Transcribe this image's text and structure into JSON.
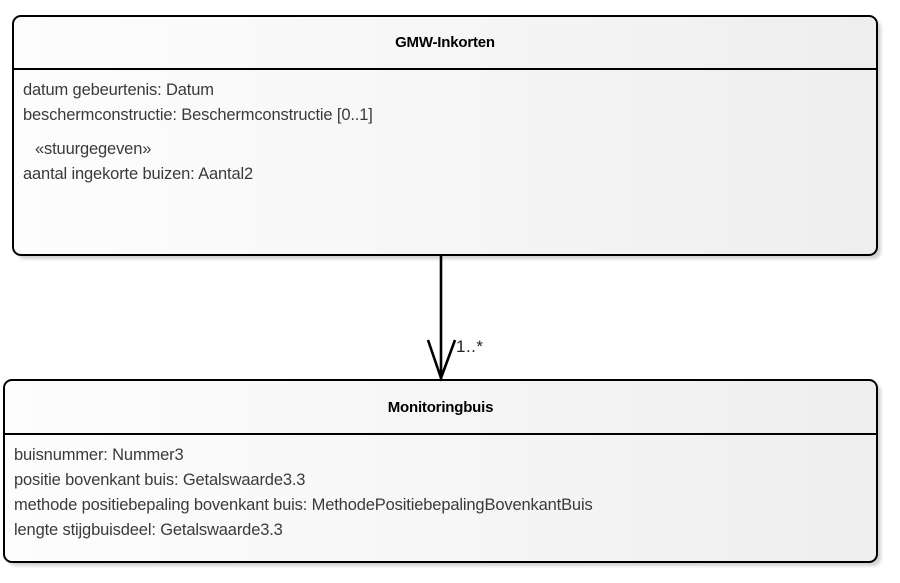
{
  "diagram": {
    "type": "uml-class-diagram",
    "background_color": "#ffffff",
    "classes": [
      {
        "id": "gmw-inkorten",
        "name": "GMW-Inkorten",
        "attributes": [
          {
            "text": "datum gebeurtenis: Datum",
            "kind": "attribute"
          },
          {
            "text": "beschermconstructie: Beschermconstructie [0..1]",
            "kind": "attribute"
          },
          {
            "text": "«stuurgegeven»",
            "kind": "stereotype"
          },
          {
            "text": "aantal ingekorte buizen: Aantal2",
            "kind": "attribute"
          }
        ]
      },
      {
        "id": "monitoringbuis",
        "name": "Monitoringbuis",
        "attributes": [
          {
            "text": "buisnummer: Nummer3",
            "kind": "attribute"
          },
          {
            "text": "positie bovenkant buis: Getalswaarde3.3",
            "kind": "attribute"
          },
          {
            "text": "methode positiebepaling bovenkant buis: MethodePositiebepalingBovenkantBuis",
            "kind": "attribute"
          },
          {
            "text": "lengte stijgbuisdeel: Getalswaarde3.3",
            "kind": "attribute"
          }
        ]
      }
    ],
    "connector": {
      "kind": "association-directed",
      "from": "gmw-inkorten",
      "to": "monitoringbuis",
      "target_multiplicity": "1..*",
      "line_color": "#000000",
      "arrow_style": "open"
    }
  }
}
